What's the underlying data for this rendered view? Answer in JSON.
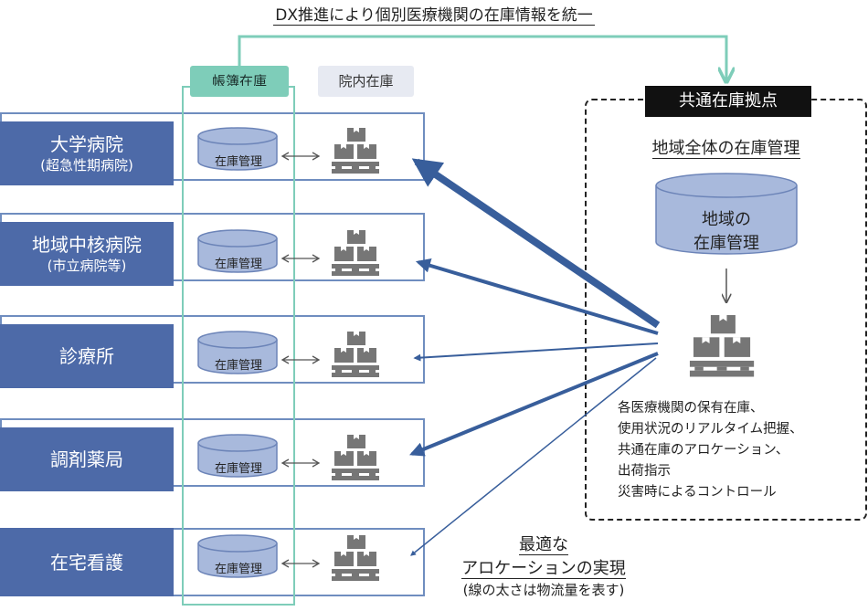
{
  "top_title": "DX推進により個別医療機関の在庫情報を統一",
  "column_headers": {
    "ledger": "帳簿在庫",
    "onsite": "院内在庫"
  },
  "institutions": [
    {
      "name": "大学病院",
      "sub": "(超急性期病院)",
      "db_label": "在庫管理",
      "flow_level": "very thick"
    },
    {
      "name": "地域中核病院",
      "sub": "(市立病院等)",
      "db_label": "在庫管理",
      "flow_level": "thick"
    },
    {
      "name": "診療所",
      "sub": "",
      "db_label": "在庫管理",
      "flow_level": "thin"
    },
    {
      "name": "調剤薬局",
      "sub": "",
      "db_label": "在庫管理",
      "flow_level": "thick"
    },
    {
      "name": "在宅看護",
      "sub": "",
      "db_label": "在庫管理",
      "flow_level": "thin"
    }
  ],
  "hub": {
    "title": "共通在庫拠点",
    "subtitle": "地域全体の在庫管理",
    "db_label_line1": "地域の",
    "db_label_line2": "在庫管理",
    "description": [
      "各医療機関の保有在庫、",
      "使用状況のリアルタイム把握、",
      "共通在庫のアロケーション、",
      "出荷指示",
      "災害時によるコントロール"
    ]
  },
  "allocation": {
    "line1": "最適な",
    "line2": "アロケーションの実現",
    "note": "(線の太さは物流量を表す)"
  },
  "icons": {
    "bidirectional_arrow": "double-arrow-icon",
    "warehouse": "pallet-boxes-icon",
    "database": "cylinder-db-icon"
  },
  "colors": {
    "institution_fill": "#4d6aa8",
    "row_border": "#6f8dbf",
    "ledger_teal": "#7ecdb9",
    "db_fill": "#a8b9dc",
    "db_stroke": "#6c84b8",
    "arrow_blue": "#385e9b",
    "pallet_gray": "#767676"
  }
}
